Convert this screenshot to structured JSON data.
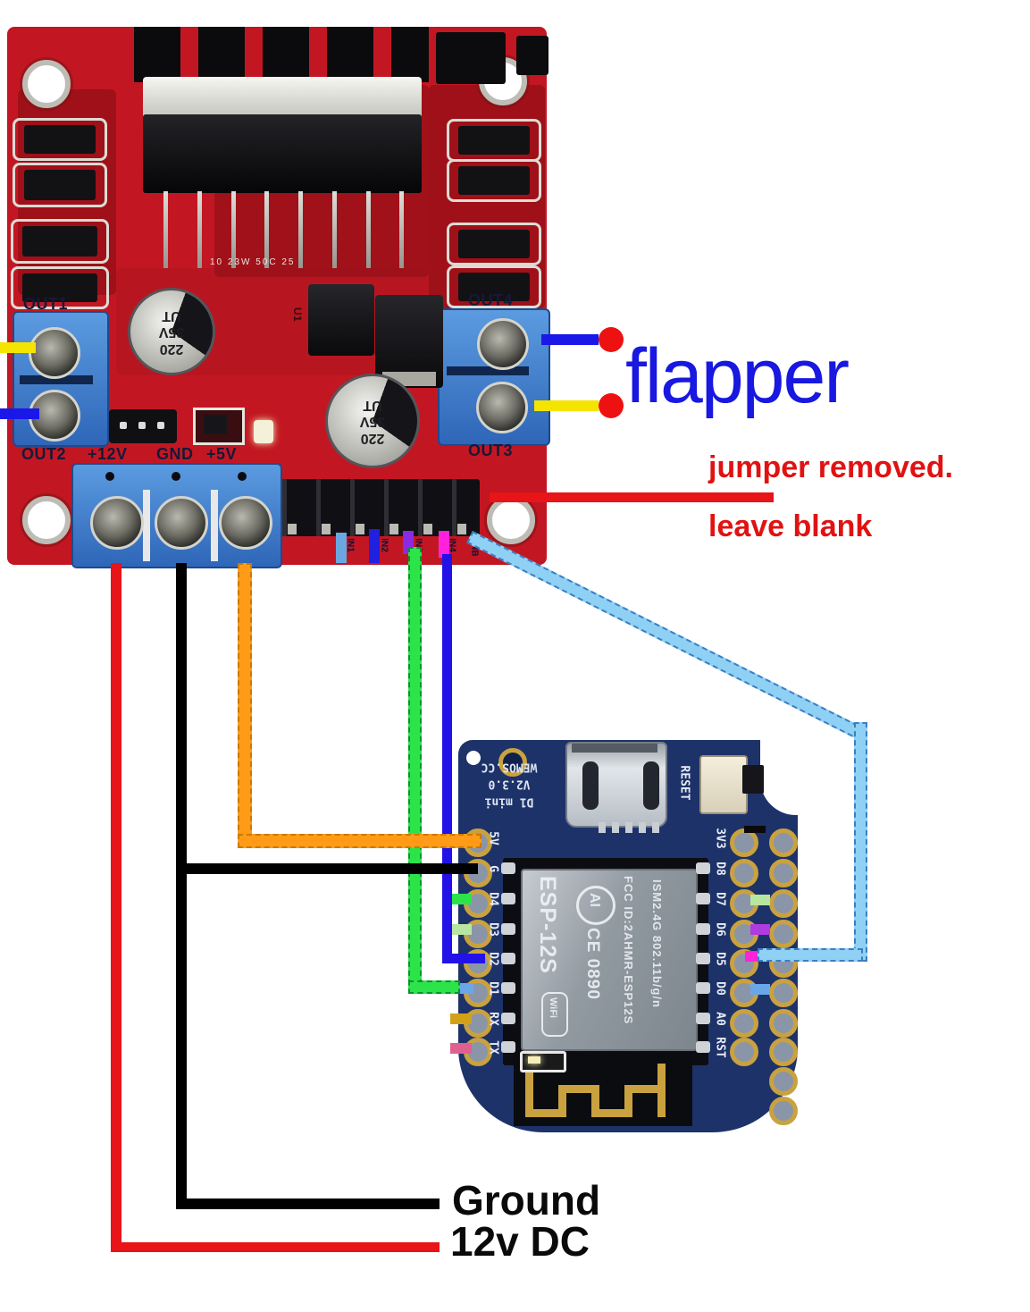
{
  "annotations": {
    "flapper": "flapper",
    "jumper_note_1": "jumper removed.",
    "jumper_note_2": "leave blank",
    "ground": "Ground",
    "supply": "12v DC"
  },
  "l298n": {
    "out1": "OUT1",
    "out2": "OUT2",
    "out3": "OUT3",
    "out4": "OUT4",
    "plus12v": "+12V",
    "gnd": "GND",
    "plus5v": "+5V",
    "u1": "U1",
    "pin_note": "10 23W 50C 25",
    "header_pins": [
      "IN1",
      "IN2",
      "IN3",
      "IN4",
      "ENB"
    ],
    "cap_lines": [
      "220",
      "35V",
      "UT"
    ]
  },
  "wemos": {
    "brand_lines": [
      "WEMOS.CC",
      "V2.3.0",
      "D1 mini"
    ],
    "reset": "RESET",
    "left_pins": [
      "5V",
      "G",
      "D4",
      "D3",
      "D2",
      "D1",
      "RX",
      "TX"
    ],
    "right_pins": [
      "3V3",
      "D8",
      "D7",
      "D6",
      "D5",
      "D0",
      "A0",
      "RST"
    ],
    "esp": {
      "name": "ESP-12S",
      "wifi": "WiFi",
      "ai": "AI",
      "ce": "CE 0890",
      "fcc": "FCC ID:2AHMR-ESP12S",
      "ism": "ISM2.4G 802.11b/g/n"
    }
  },
  "colors": {
    "pcb_red": "#c21722",
    "pcb_navy": "#1d3269",
    "terminal_blue": "#3d7fd0",
    "wire_yellow": "#f5e400",
    "wire_blue": "#1a18e8",
    "wire_red": "#e81418",
    "wire_black": "#000000",
    "wire_orange": "#ff9b17",
    "wire_green": "#2ce44a",
    "wire_lightblue": "#8ed1f5",
    "stub_in1": "#6aa7e0",
    "stub_in3_purple": "#8a2be2",
    "stub_in4_magenta": "#ff22dd",
    "tick_pale_green": "#b8e6a0",
    "tick_gold": "#d4a017",
    "tick_pink": "#e06090",
    "tick_violet": "#b03be0",
    "tick_cornflower": "#6aa7e8",
    "label_blue": "#1818e0",
    "label_red": "#e01212",
    "dot_red": "#ee1111"
  }
}
